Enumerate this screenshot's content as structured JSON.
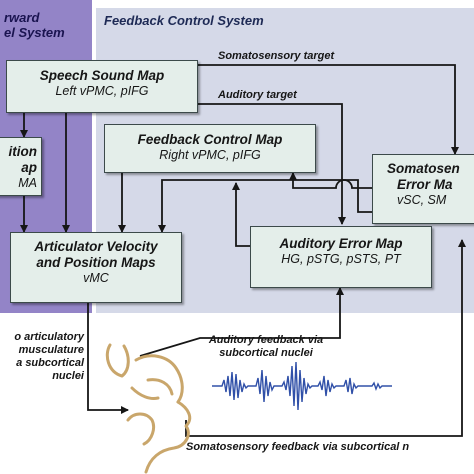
{
  "panels": {
    "feedforward": {
      "title_line1": "rward",
      "title_line2": "el System",
      "color": "#9384c7"
    },
    "feedback": {
      "title": "Feedback Control System",
      "color": "#d5d9e8"
    }
  },
  "boxes": {
    "speech_sound_map": {
      "title": "Speech Sound Map",
      "subtitle": "Left vPMC, pIFG"
    },
    "left_partial_map": {
      "line1": "ition",
      "line2": "ap",
      "line3": "MA"
    },
    "feedback_control_map": {
      "title": "Feedback Control Map",
      "subtitle": "Right vPMC, pIFG"
    },
    "somatosensory_error_map": {
      "line1": "Somatosen",
      "line2": "Error Ma",
      "line3": "vSC, SM"
    },
    "articulator_maps": {
      "line1": "Articulator Velocity",
      "line2": "and Position Maps",
      "subtitle": "vMC"
    },
    "auditory_error_map": {
      "title": "Auditory Error Map",
      "subtitle": "HG, pSTG, pSTS, PT"
    }
  },
  "labels": {
    "somatosensory_target": "Somatosensory target",
    "auditory_target": "Auditory target",
    "to_musculature_line1": "o articulatory",
    "to_musculature_line2": "musculature",
    "to_musculature_line3": "a subcortical",
    "to_musculature_line4": "nuclei",
    "auditory_feedback_line1": "Auditory feedback via",
    "auditory_feedback_line2": "subcortical nuclei",
    "somatosensory_feedback": "Somatosensory feedback via subcortical n"
  },
  "colors": {
    "line": "#161616",
    "box_fill": "#e4eeea",
    "face": "#c9a66b",
    "waveform": "#3050a8"
  }
}
